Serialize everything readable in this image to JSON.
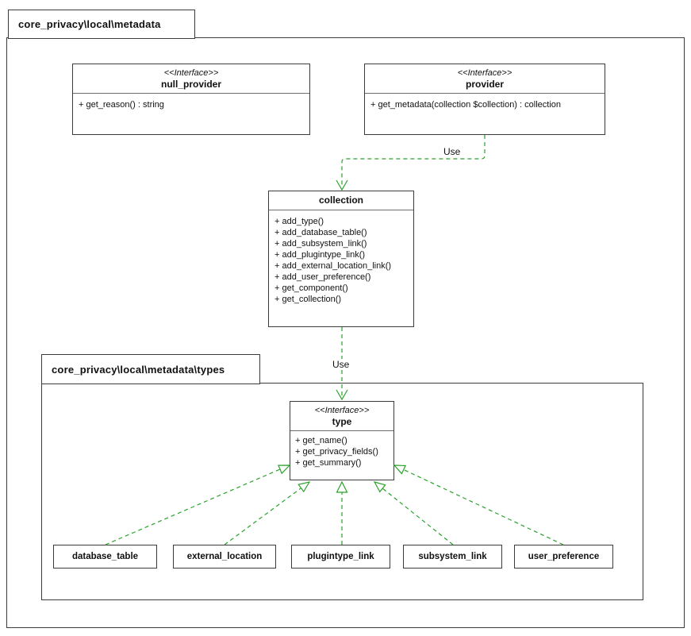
{
  "packages": {
    "outer": {
      "title": "core_privacy\\local\\metadata"
    },
    "types": {
      "title": "core_privacy\\local\\metadata\\types"
    }
  },
  "classes": {
    "null_provider": {
      "stereotype": "<<Interface>>",
      "name": "null_provider",
      "methods": [
        "+ get_reason() : string"
      ]
    },
    "provider": {
      "stereotype": "<<Interface>>",
      "name": "provider",
      "methods": [
        "+ get_metadata(collection $collection) : collection"
      ]
    },
    "collection": {
      "name": "collection",
      "methods": [
        "+ add_type()",
        "+ add_database_table()",
        "+ add_subsystem_link()",
        "+ add_plugintype_link()",
        "+ add_external_location_link()",
        "+ add_user_preference()",
        "+ get_component()",
        "+ get_collection()"
      ]
    },
    "type": {
      "stereotype": "<<Interface>>",
      "name": "type",
      "methods": [
        "+ get_name()",
        "+ get_privacy_fields()",
        "+ get_summary()"
      ]
    }
  },
  "type_subclasses": [
    "database_table",
    "external_location",
    "plugintype_link",
    "subsystem_link",
    "user_preference"
  ],
  "edges": {
    "provider_to_collection_label": "Use",
    "collection_to_type_label": "Use"
  },
  "colors": {
    "arrow_green": "#2aa22a",
    "box_border": "#3c3c3c"
  }
}
